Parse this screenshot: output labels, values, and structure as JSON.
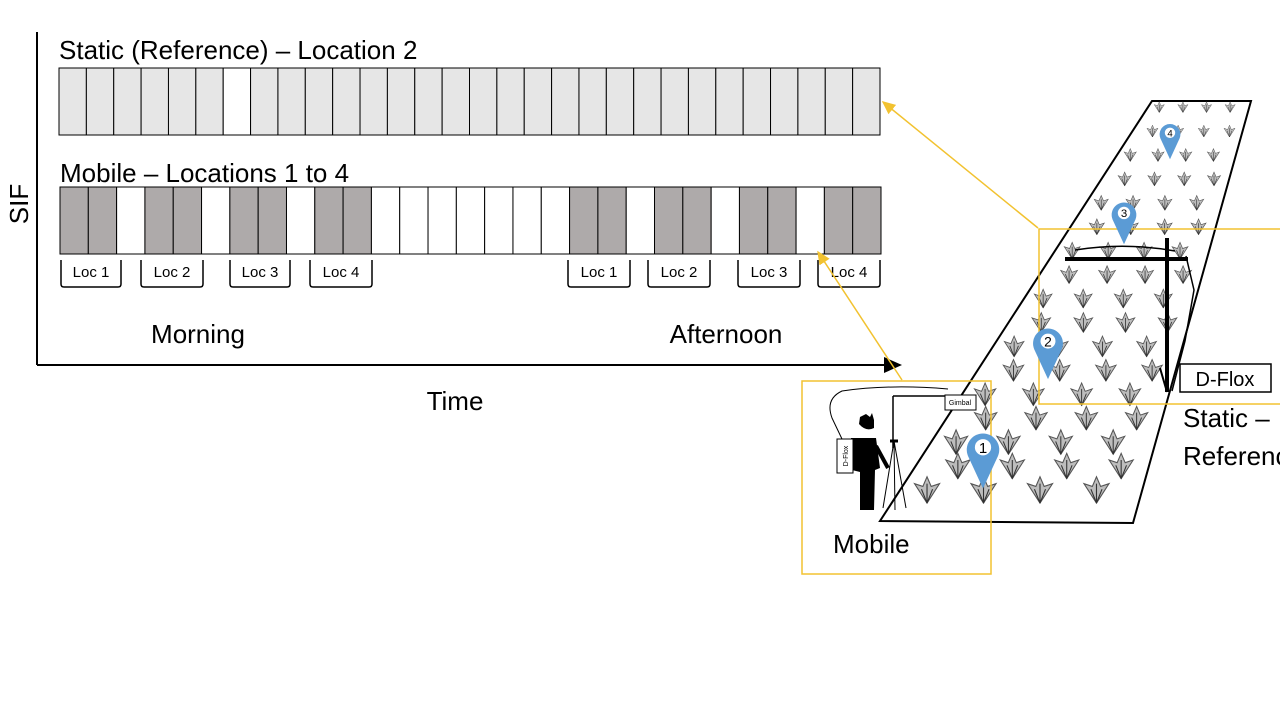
{
  "diagram": {
    "y_axis_label": "SIF",
    "x_axis_label": "Time",
    "static_row": {
      "title": "Static (Reference) – Location 2",
      "cells": [
        1,
        1,
        1,
        1,
        1,
        1,
        0,
        1,
        1,
        1,
        1,
        1,
        1,
        1,
        1,
        1,
        1,
        1,
        1,
        1,
        1,
        1,
        1,
        1,
        1,
        1,
        1,
        1,
        1,
        1
      ]
    },
    "mobile_row": {
      "title": "Mobile – Locations 1 to 4",
      "cells": [
        1,
        1,
        0,
        1,
        1,
        0,
        1,
        1,
        0,
        1,
        1,
        0,
        0,
        0,
        0,
        0,
        0,
        0,
        1,
        1,
        0,
        1,
        1,
        0,
        1,
        1,
        0,
        1,
        1
      ]
    },
    "groups_morning": [
      "Loc 1",
      "Loc 2",
      "Loc 3",
      "Loc 4"
    ],
    "groups_afternoon": [
      "Loc 1",
      "Loc 2",
      "Loc 3",
      "Loc 4"
    ],
    "period_morning": "Morning",
    "period_afternoon": "Afternoon"
  },
  "field": {
    "markers": [
      "1",
      "2",
      "3",
      "4"
    ],
    "dflox_label": "D-Flox",
    "static_label_line1": "Static –",
    "static_label_line2": "Reference",
    "mobile_label": "Mobile",
    "gimbal_label": "Gimbal",
    "backpack_label": "D-Flox"
  },
  "colors": {
    "static_cell": "#e6e6e6",
    "mobile_cell": "#aeaaaa",
    "empty_cell": "#ffffff",
    "callout": "#f2c230",
    "marker": "#5b9bd5"
  }
}
